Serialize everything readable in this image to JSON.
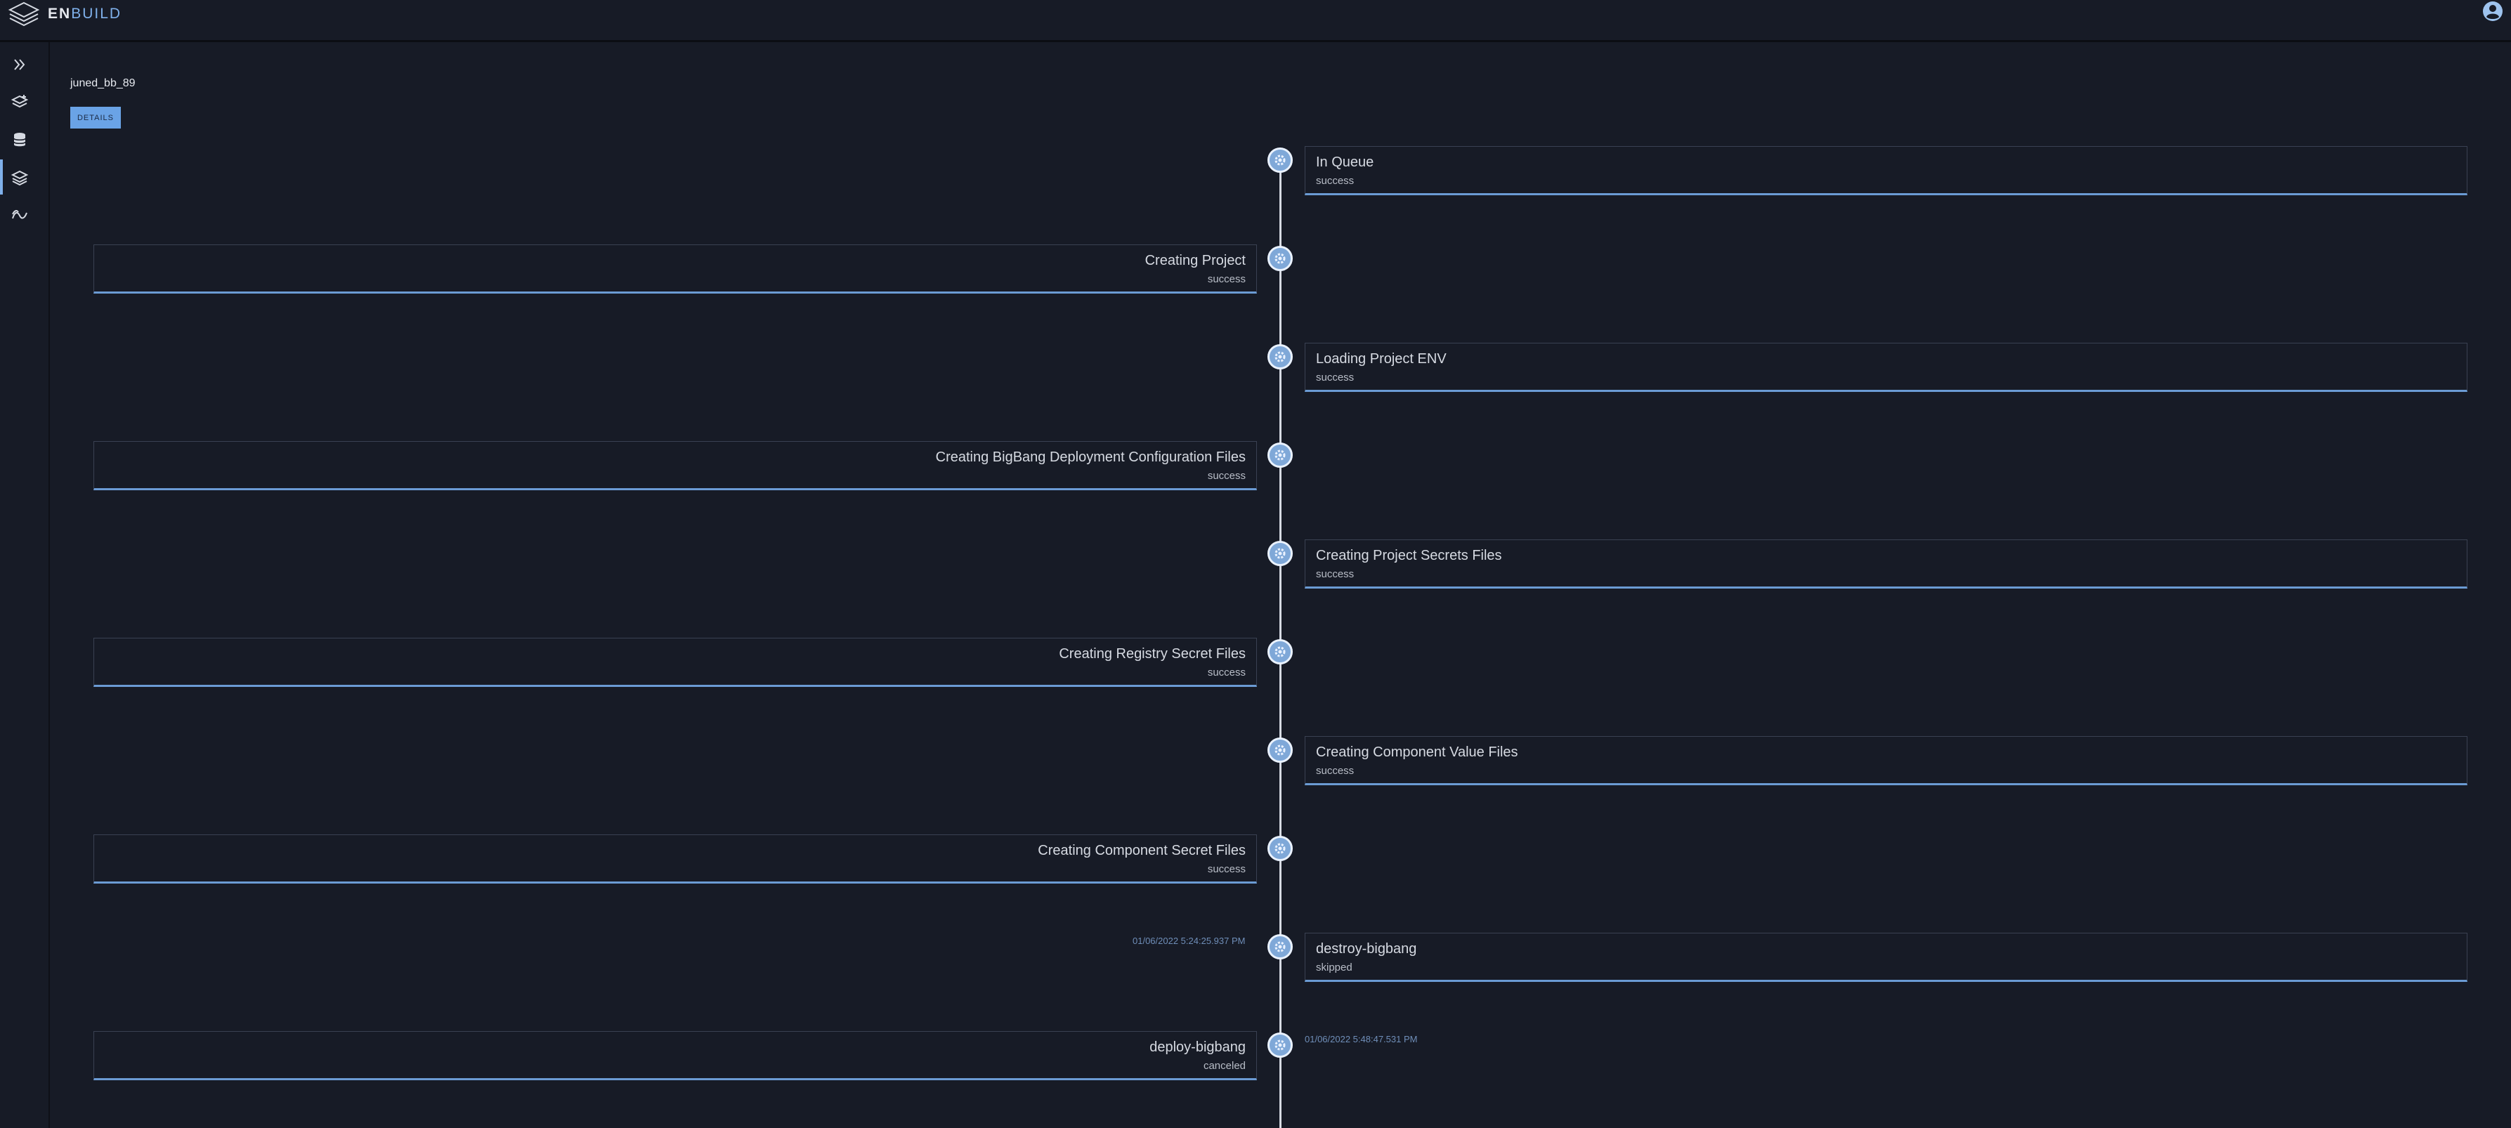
{
  "app": {
    "brand_en": "EN",
    "brand_build": "BUILD"
  },
  "sidebar": {
    "items": [
      {
        "icon": "chevrons-right-icon"
      },
      {
        "icon": "layers-plus-icon"
      },
      {
        "icon": "database-icon"
      },
      {
        "icon": "layers-icon",
        "active": true
      },
      {
        "icon": "activity-icon"
      }
    ]
  },
  "project": {
    "name": "juned_bb_89",
    "details_label": "DETAILS"
  },
  "timeline": [
    {
      "side": "right",
      "title": "In Queue",
      "status": "success"
    },
    {
      "side": "left",
      "title": "Creating Project",
      "status": "success"
    },
    {
      "side": "right",
      "title": "Loading Project ENV",
      "status": "success"
    },
    {
      "side": "left",
      "title": "Creating BigBang Deployment Configuration Files",
      "status": "success"
    },
    {
      "side": "right",
      "title": "Creating Project Secrets Files",
      "status": "success"
    },
    {
      "side": "left",
      "title": "Creating Registry Secret Files",
      "status": "success"
    },
    {
      "side": "right",
      "title": "Creating Component Value Files",
      "status": "success"
    },
    {
      "side": "left",
      "title": "Creating Component Secret Files",
      "status": "success"
    },
    {
      "side": "right",
      "title": "destroy-bigbang",
      "status": "skipped",
      "timestamp": "01/06/2022 5:24:25.937 PM"
    },
    {
      "side": "left",
      "title": "deploy-bigbang",
      "status": "canceled",
      "timestamp": "01/06/2022 5:48:47.531 PM"
    }
  ],
  "colors": {
    "background": "#171b26",
    "accent": "#7fb0ea",
    "card_border": "#6b9bd4"
  }
}
